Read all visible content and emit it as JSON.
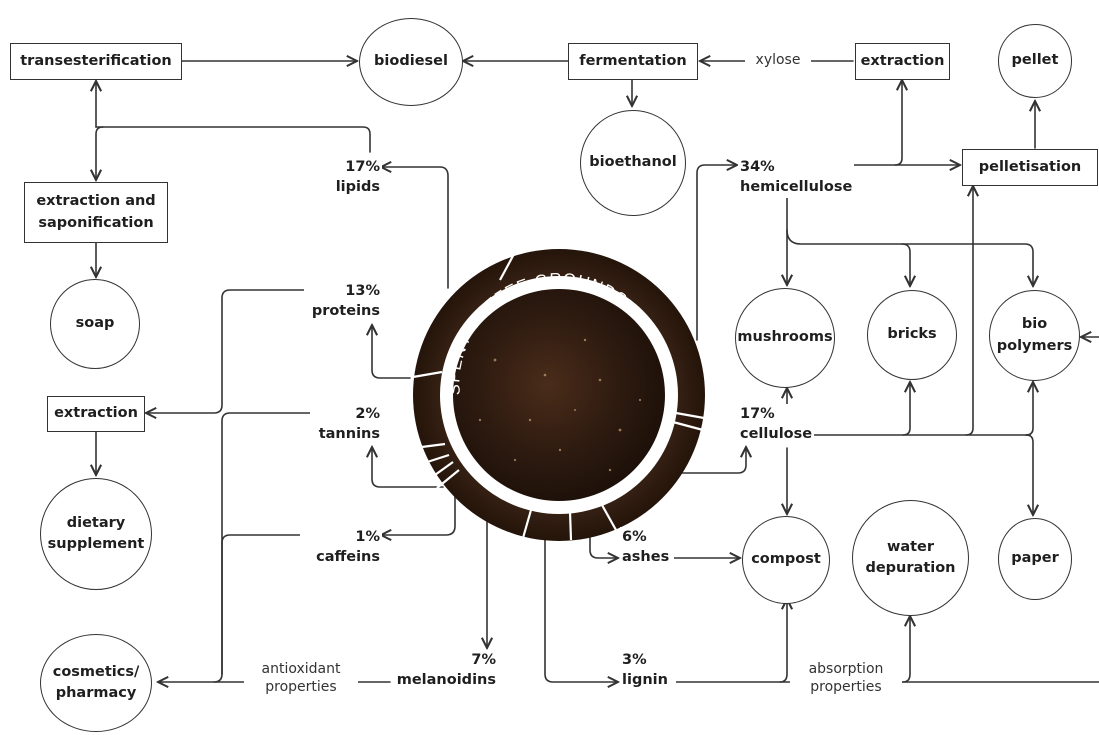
{
  "center": {
    "title": "SPENT COFFEE GROUNDS"
  },
  "components": {
    "lipids": {
      "pct": "17%",
      "name": "lipids"
    },
    "proteins": {
      "pct": "13%",
      "name": "proteins"
    },
    "tannins": {
      "pct": "2%",
      "name": "tannins"
    },
    "caffeins": {
      "pct": "1%",
      "name": "caffeins"
    },
    "melanoidins": {
      "pct": "7%",
      "name": "melanoidins"
    },
    "lignin": {
      "pct": "3%",
      "name": "lignin"
    },
    "ashes": {
      "pct": "6%",
      "name": "ashes"
    },
    "cellulose": {
      "pct": "17%",
      "name": "cellulose"
    },
    "hemicellulose": {
      "pct": "34%",
      "name": "hemicellulose"
    }
  },
  "processes": {
    "transesterification": "transesterification",
    "fermentation": "fermentation",
    "extraction_top": "extraction",
    "extraction_saponification": "extraction and\nsaponification",
    "extraction_left": "extraction",
    "pelletisation": "pelletisation"
  },
  "products": {
    "biodiesel": "biodiesel",
    "bioethanol": "bioethanol",
    "pellet": "pellet",
    "soap": "soap",
    "dietary_supplement": "dietary\nsupplement",
    "cosmetics_pharmacy": "cosmetics/\npharmacy",
    "mushrooms": "mushrooms",
    "bricks": "bricks",
    "bio_polymers": "bio\npolymers",
    "compost": "compost",
    "water_depuration": "water\ndepuration",
    "paper": "paper"
  },
  "notes": {
    "xylose": "xylose",
    "antioxidant": "antioxidant\nproperties",
    "absorption": "absorption\nproperties"
  },
  "colors": {
    "line": "#333333",
    "ring": "#3a2418",
    "grounds": "#2b1a10"
  }
}
